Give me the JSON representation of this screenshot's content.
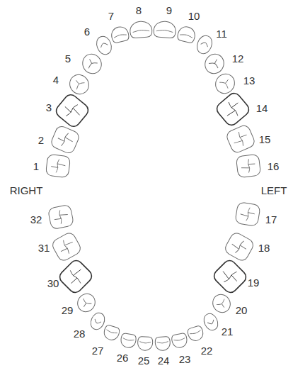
{
  "diagram": {
    "labels": [
      "1",
      "2",
      "3",
      "4",
      "5",
      "6",
      "7",
      "8",
      "9",
      "10",
      "11",
      "12",
      "13",
      "14",
      "15",
      "16",
      "17",
      "18",
      "19",
      "20",
      "21",
      "22",
      "23",
      "24",
      "25",
      "26",
      "27",
      "28",
      "29",
      "30",
      "31",
      "32",
      "RIGHT",
      "LEFT"
    ]
  }
}
